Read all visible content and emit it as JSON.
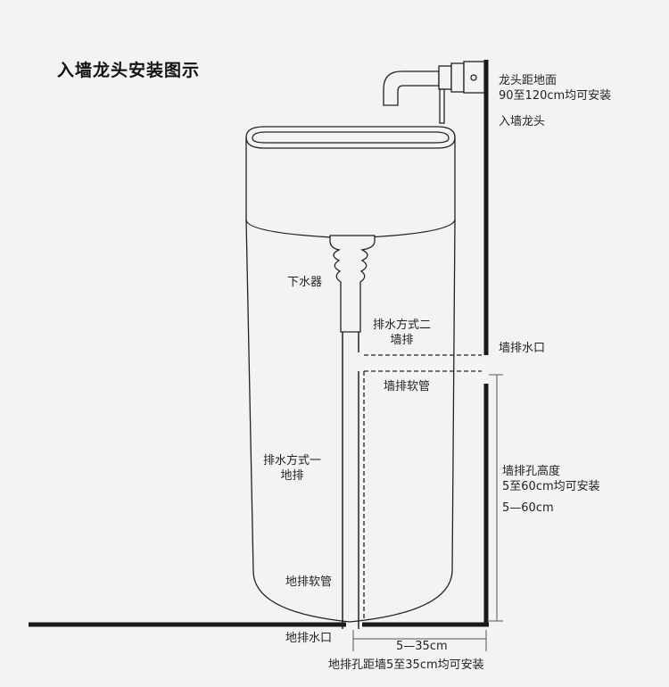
{
  "title": "入墙龙头安装图示",
  "labels": {
    "faucet_height_line1": "龙头距地面",
    "faucet_height_line2": "90至120cm均可安装",
    "wall_faucet": "入墙龙头",
    "drain_fitting": "下水器",
    "method2_line1": "排水方式二",
    "method2_line2": "墙排",
    "wall_drain_outlet": "墙排水口",
    "wall_drain_hose": "墙排软管",
    "wall_hole_height_line1": "墙排孔高度",
    "wall_hole_height_line2": "5至60cm均可安装",
    "wall_hole_range": "5—60cm",
    "method1_line1": "排水方式一",
    "method1_line2": "地排",
    "floor_drain_hose": "地排软管",
    "floor_drain_outlet": "地排水口",
    "floor_distance_range": "5—35cm",
    "floor_distance_note": "地排孔距墙5至35cm均可安装"
  },
  "colors": {
    "background": "#f3f3f3",
    "line": "#222222",
    "wall": "#1a1a1a"
  }
}
